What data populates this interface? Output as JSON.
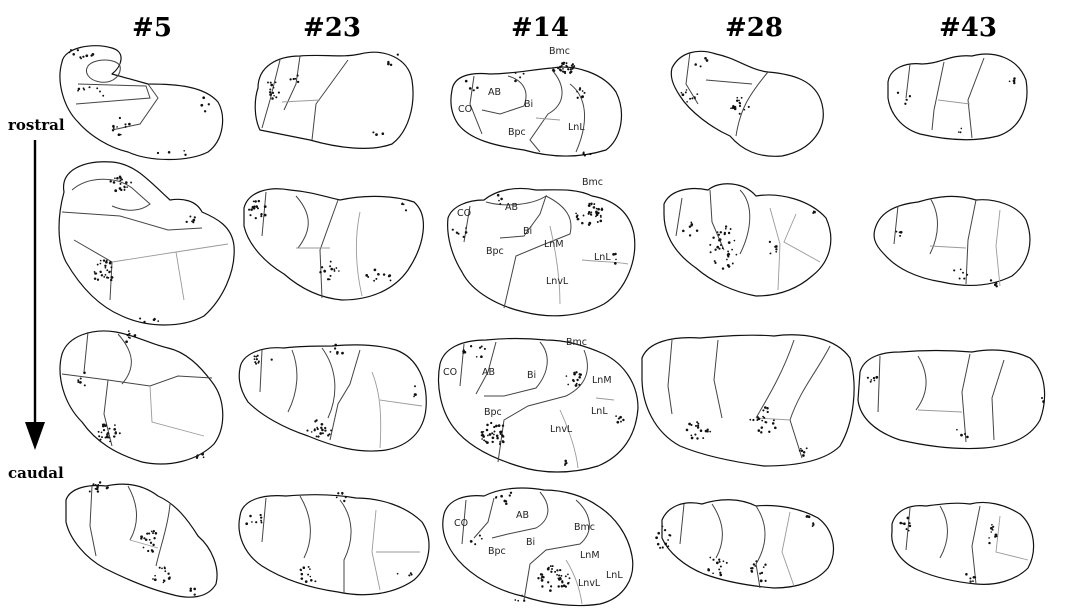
{
  "columns": [
    "#5",
    "#23",
    "#14",
    "#28",
    "#43"
  ],
  "axis": {
    "top": "rostral",
    "bottom": "caudal"
  },
  "region_labels": {
    "row1": [
      "Bmc",
      "CO",
      "AB",
      "Bi",
      "Bpc",
      "LnL"
    ],
    "row2": [
      "Bmc",
      "CO",
      "AB",
      "Bi",
      "Bpc",
      "LnM",
      "LnL",
      "LnvL"
    ],
    "row3": [
      "Bmc",
      "CO",
      "AB",
      "Bi",
      "LnM",
      "Bpc",
      "LnL",
      "LnvL"
    ],
    "row4": [
      "AB",
      "CO",
      "Bmc",
      "Bi",
      "Bpc",
      "LnM",
      "LnvL",
      "LnL"
    ]
  }
}
